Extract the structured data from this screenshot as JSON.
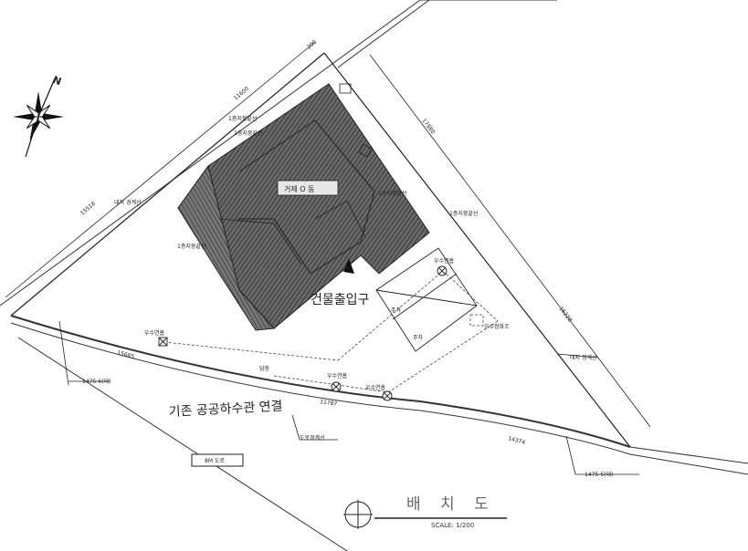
{
  "compass": {
    "north_label": "N"
  },
  "labels": {
    "building_name": "거제 O 동",
    "entrance": "건물출입구",
    "sewer": "기존 공공하수관 연결",
    "road_boundary": "도로경계선",
    "boundary_left": "대지 경계선",
    "boundary_right": "대지 경계선",
    "rain_1": "우수연흡",
    "rain_2": "우수연흡",
    "rain_3": "우수연흡",
    "rain_4": "우수연흡",
    "eave_1": "1층지붕끝선",
    "eave_2": "2층지붕끝선",
    "eave_3": "1층지붕끝선",
    "eave_4": "1층지붕끝선",
    "eave_5": "1층지붕끝선",
    "parking_1": "주차",
    "parking_2": "주차",
    "manhole": "오수정화조",
    "lot_left": "1475-6(대)",
    "lot_right": "1475-5(대)",
    "fence": "담장",
    "map_box": "8M 도로"
  },
  "dimensions": {
    "top": "11600",
    "top_small": "200",
    "left": "15518",
    "right_upper": "17880",
    "right_lower": "16228",
    "bottom_left": "15685",
    "bottom_mid": "11787",
    "bottom_right": "14374"
  },
  "title_block": {
    "title": "배 치 도",
    "scale": "SCALE: 1/200"
  },
  "colors": {
    "roof": "#555555",
    "line": "#222222",
    "hatch": "#3a3a3a"
  }
}
